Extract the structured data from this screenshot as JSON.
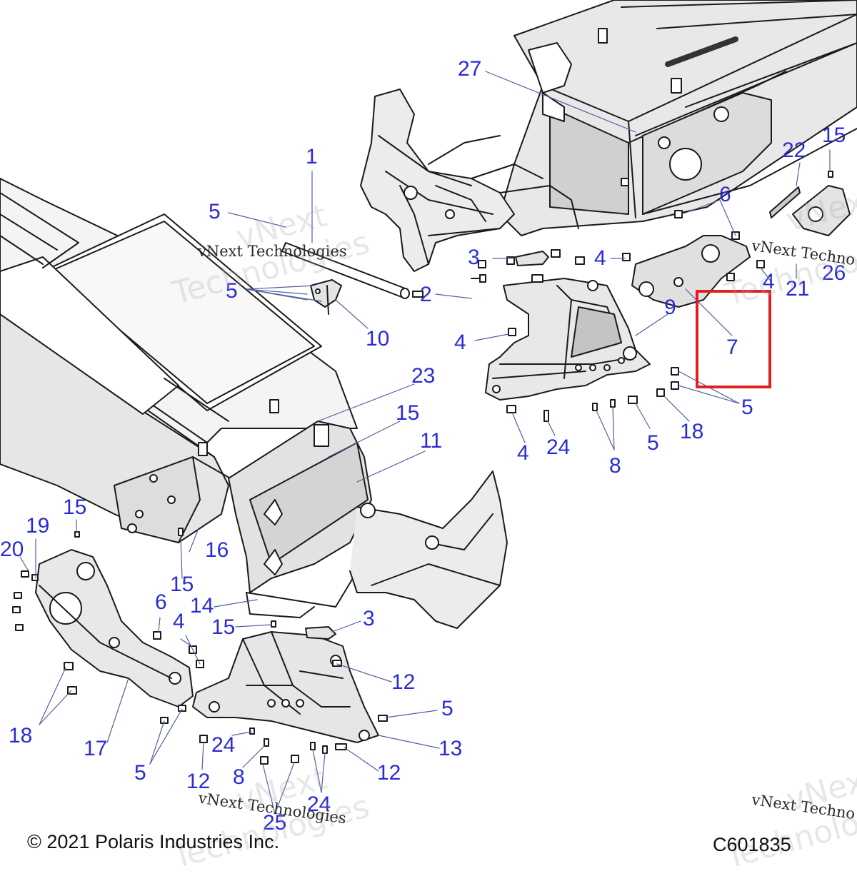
{
  "callouts": {
    "c27": "27",
    "c1": "1",
    "c5a": "5",
    "c3a": "3",
    "c2": "2",
    "c5b": "5",
    "c10": "10",
    "c4a": "4",
    "c6a": "6",
    "c22": "22",
    "c15a": "15",
    "c26": "26",
    "c21": "21",
    "c4b": "4",
    "c7": "7",
    "c9": "9",
    "c4c": "4",
    "c23": "23",
    "c15b": "15",
    "c11": "11",
    "c5c": "5",
    "c18a": "18",
    "c5d": "5",
    "c24a": "24",
    "c4d": "4",
    "c8a": "8",
    "c15c": "15",
    "c19": "19",
    "c20": "20",
    "c16": "16",
    "c15d": "15",
    "c6b": "6",
    "c14": "14",
    "c4e": "4",
    "c15e": "15",
    "c3b": "3",
    "c12a": "12",
    "c5e": "5",
    "c13": "13",
    "c18b": "18",
    "c17": "17",
    "c5f": "5",
    "c24b": "24",
    "c12b": "12",
    "c8b": "8",
    "c12c": "12",
    "c24c": "24",
    "c25": "25"
  },
  "watermark": {
    "text": "vNext Technologies",
    "text_partial": "vNext Techno",
    "text_partial2": "vNext Techno",
    "ghost1": "vNext",
    "ghost2": "Technologies",
    "ghost3": "vNext",
    "ghost4": "Technologies",
    "ghost5": "vNext",
    "ghost6": "Technologies",
    "ghost7": "vNext",
    "ghost8": "Technologies"
  },
  "footer": {
    "copyright": "© 2021 Polaris Industries Inc.",
    "figure_code": "C601835"
  },
  "highlight": {
    "part": "7",
    "color": "#e02020"
  },
  "colors": {
    "callout": "#2b2bd6",
    "line": "#1a1a1a",
    "shade": "#cfcfcf"
  }
}
